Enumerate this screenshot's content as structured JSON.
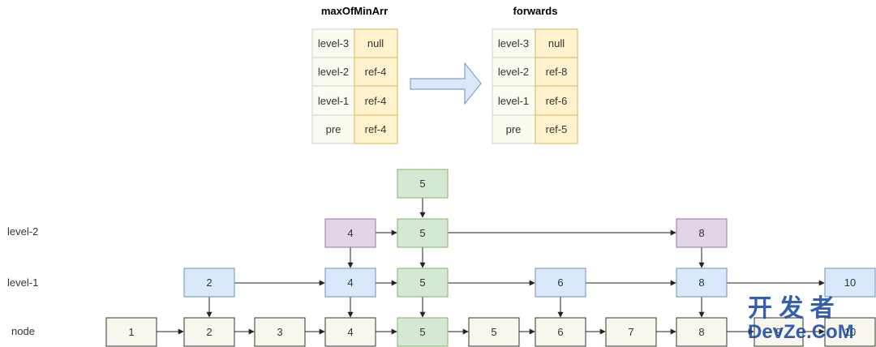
{
  "tables": {
    "left": {
      "title": "maxOfMinArr",
      "rows": [
        {
          "key": "level-3",
          "value": "null"
        },
        {
          "key": "level-2",
          "value": "ref-4"
        },
        {
          "key": "level-1",
          "value": "ref-4"
        },
        {
          "key": "pre",
          "value": "ref-4"
        }
      ]
    },
    "right": {
      "title": "forwards",
      "rows": [
        {
          "key": "level-3",
          "value": "null"
        },
        {
          "key": "level-2",
          "value": "ref-8"
        },
        {
          "key": "level-1",
          "value": "ref-6"
        },
        {
          "key": "pre",
          "value": "ref-5"
        }
      ]
    }
  },
  "row_labels": {
    "level2": "level-2",
    "level1": "level-1",
    "node": "node"
  },
  "nodes": {
    "new_top": "5",
    "level2": [
      "4",
      "5",
      "8"
    ],
    "level1": [
      "2",
      "4",
      "5",
      "6",
      "8",
      "10"
    ],
    "base": [
      "1",
      "2",
      "3",
      "4",
      "5",
      "5",
      "6",
      "7",
      "8",
      "9",
      "10"
    ]
  },
  "watermark": {
    "line1": "开 发 者",
    "line2": "DevZe.CoM"
  },
  "colors": {
    "table_key_fill": "#fbfbf0",
    "table_value_fill": "#fff2cc",
    "table_key_stroke": "#cfcfcf",
    "table_value_stroke": "#d6b656",
    "node_fill": "#f9f7ed",
    "green_fill": "#d5e8d4",
    "green_stroke": "#82b366",
    "purple_fill": "#e1d5e7",
    "purple_stroke": "#9673a6",
    "blue_fill": "#dae8fc",
    "blue_stroke": "#6c8ebf",
    "arrow_fill": "#dae8fc",
    "arrow_stroke": "#6c8ebf",
    "watermark": "#1f4ea8"
  }
}
